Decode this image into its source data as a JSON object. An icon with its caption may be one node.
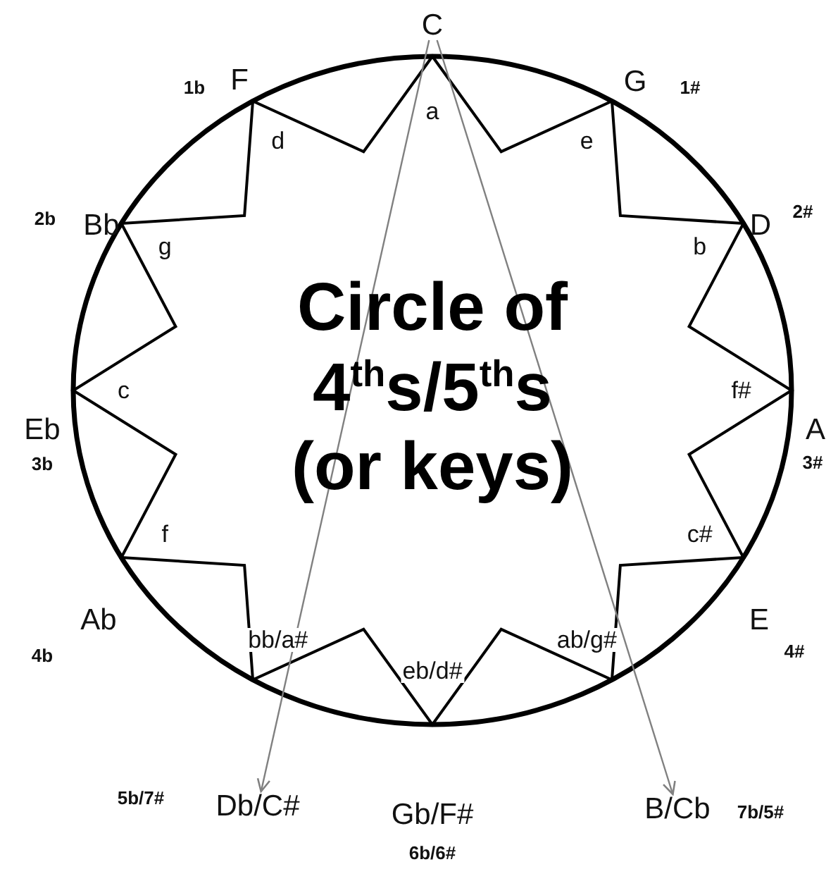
{
  "diagram": {
    "title": "Circle of 4$^{th}$s/5$^{th}$s (or keys)",
    "nodes": [
      {
        "text": [
          "C"
        ]
      },
      {
        "text": [
          "G"
        ],
        "beside": [
          "1#"
        ]
      },
      {
        "text": [
          "D"
        ],
        "beside": [
          "2#"
        ]
      },
      {
        "text": [
          "A"
        ],
        "beside": [
          "3#"
        ]
      },
      {
        "text": [
          "E"
        ],
        "beside": [
          "4#"
        ]
      },
      {
        "text": [
          "B/Cb"
        ],
        "beside": [
          "7b/5#"
        ]
      },
      {
        "text": [
          "Gb/F#"
        ],
        "beside": [
          "6b/6#"
        ]
      },
      {
        "text": [
          "Db/C#"
        ],
        "beside": [
          "5b/7#"
        ]
      },
      {
        "text": [
          "Ab"
        ],
        "beside": [
          "4b"
        ]
      },
      {
        "text": [
          "Eb"
        ],
        "beside": [
          "3b"
        ]
      },
      {
        "text": [
          "Bb"
        ],
        "beside": [
          "2b"
        ]
      },
      {
        "text": [
          "F"
        ],
        "beside": [
          "1b"
        ]
      }
    ],
    "edges": [
      {
        "from": 0,
        "to": 7,
        "arrow": "to",
        "color": "#808080"
      },
      {
        "from": 0,
        "to": 5,
        "arrow": "to",
        "color": "#808080"
      }
    ],
    "labels": [
      "a",
      "e",
      "b",
      "f#",
      "c#",
      "ab/g#",
      "eb/d#",
      "bb/a#",
      "f",
      "c",
      "g",
      "d"
    ]
  }
}
